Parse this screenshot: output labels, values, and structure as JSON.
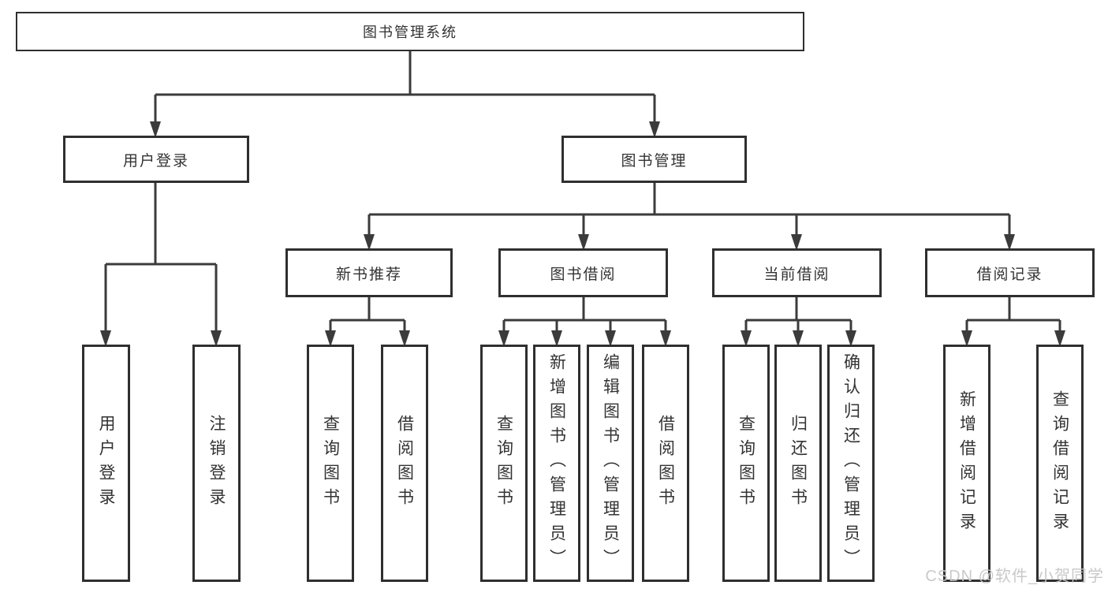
{
  "tree": {
    "label": "图书管理系统",
    "children": [
      {
        "label": "用户登录",
        "children": [
          {
            "label": "用户登录"
          },
          {
            "label": "注销登录"
          }
        ]
      },
      {
        "label": "图书管理",
        "children": [
          {
            "label": "新书推荐",
            "children": [
              {
                "label": "查询图书"
              },
              {
                "label": "借阅图书"
              }
            ]
          },
          {
            "label": "图书借阅",
            "children": [
              {
                "label": "查询图书"
              },
              {
                "label": "新增图书（管理员）"
              },
              {
                "label": "编辑图书（管理员）"
              },
              {
                "label": "借阅图书"
              }
            ]
          },
          {
            "label": "当前借阅",
            "children": [
              {
                "label": "查询图书"
              },
              {
                "label": "归还图书"
              },
              {
                "label": "确认归还（管理员）"
              }
            ]
          },
          {
            "label": "借阅记录",
            "children": [
              {
                "label": "新增借阅记录"
              },
              {
                "label": "查询借阅记录"
              }
            ]
          }
        ]
      }
    ]
  },
  "watermark": {
    "text": "CSDN @软件_小贺同学"
  },
  "colors": {
    "line": "#3b3b3b",
    "box_border": "#2f2f2f",
    "text": "#333333",
    "watermark": "#c6c6c6",
    "background": "#ffffff"
  }
}
